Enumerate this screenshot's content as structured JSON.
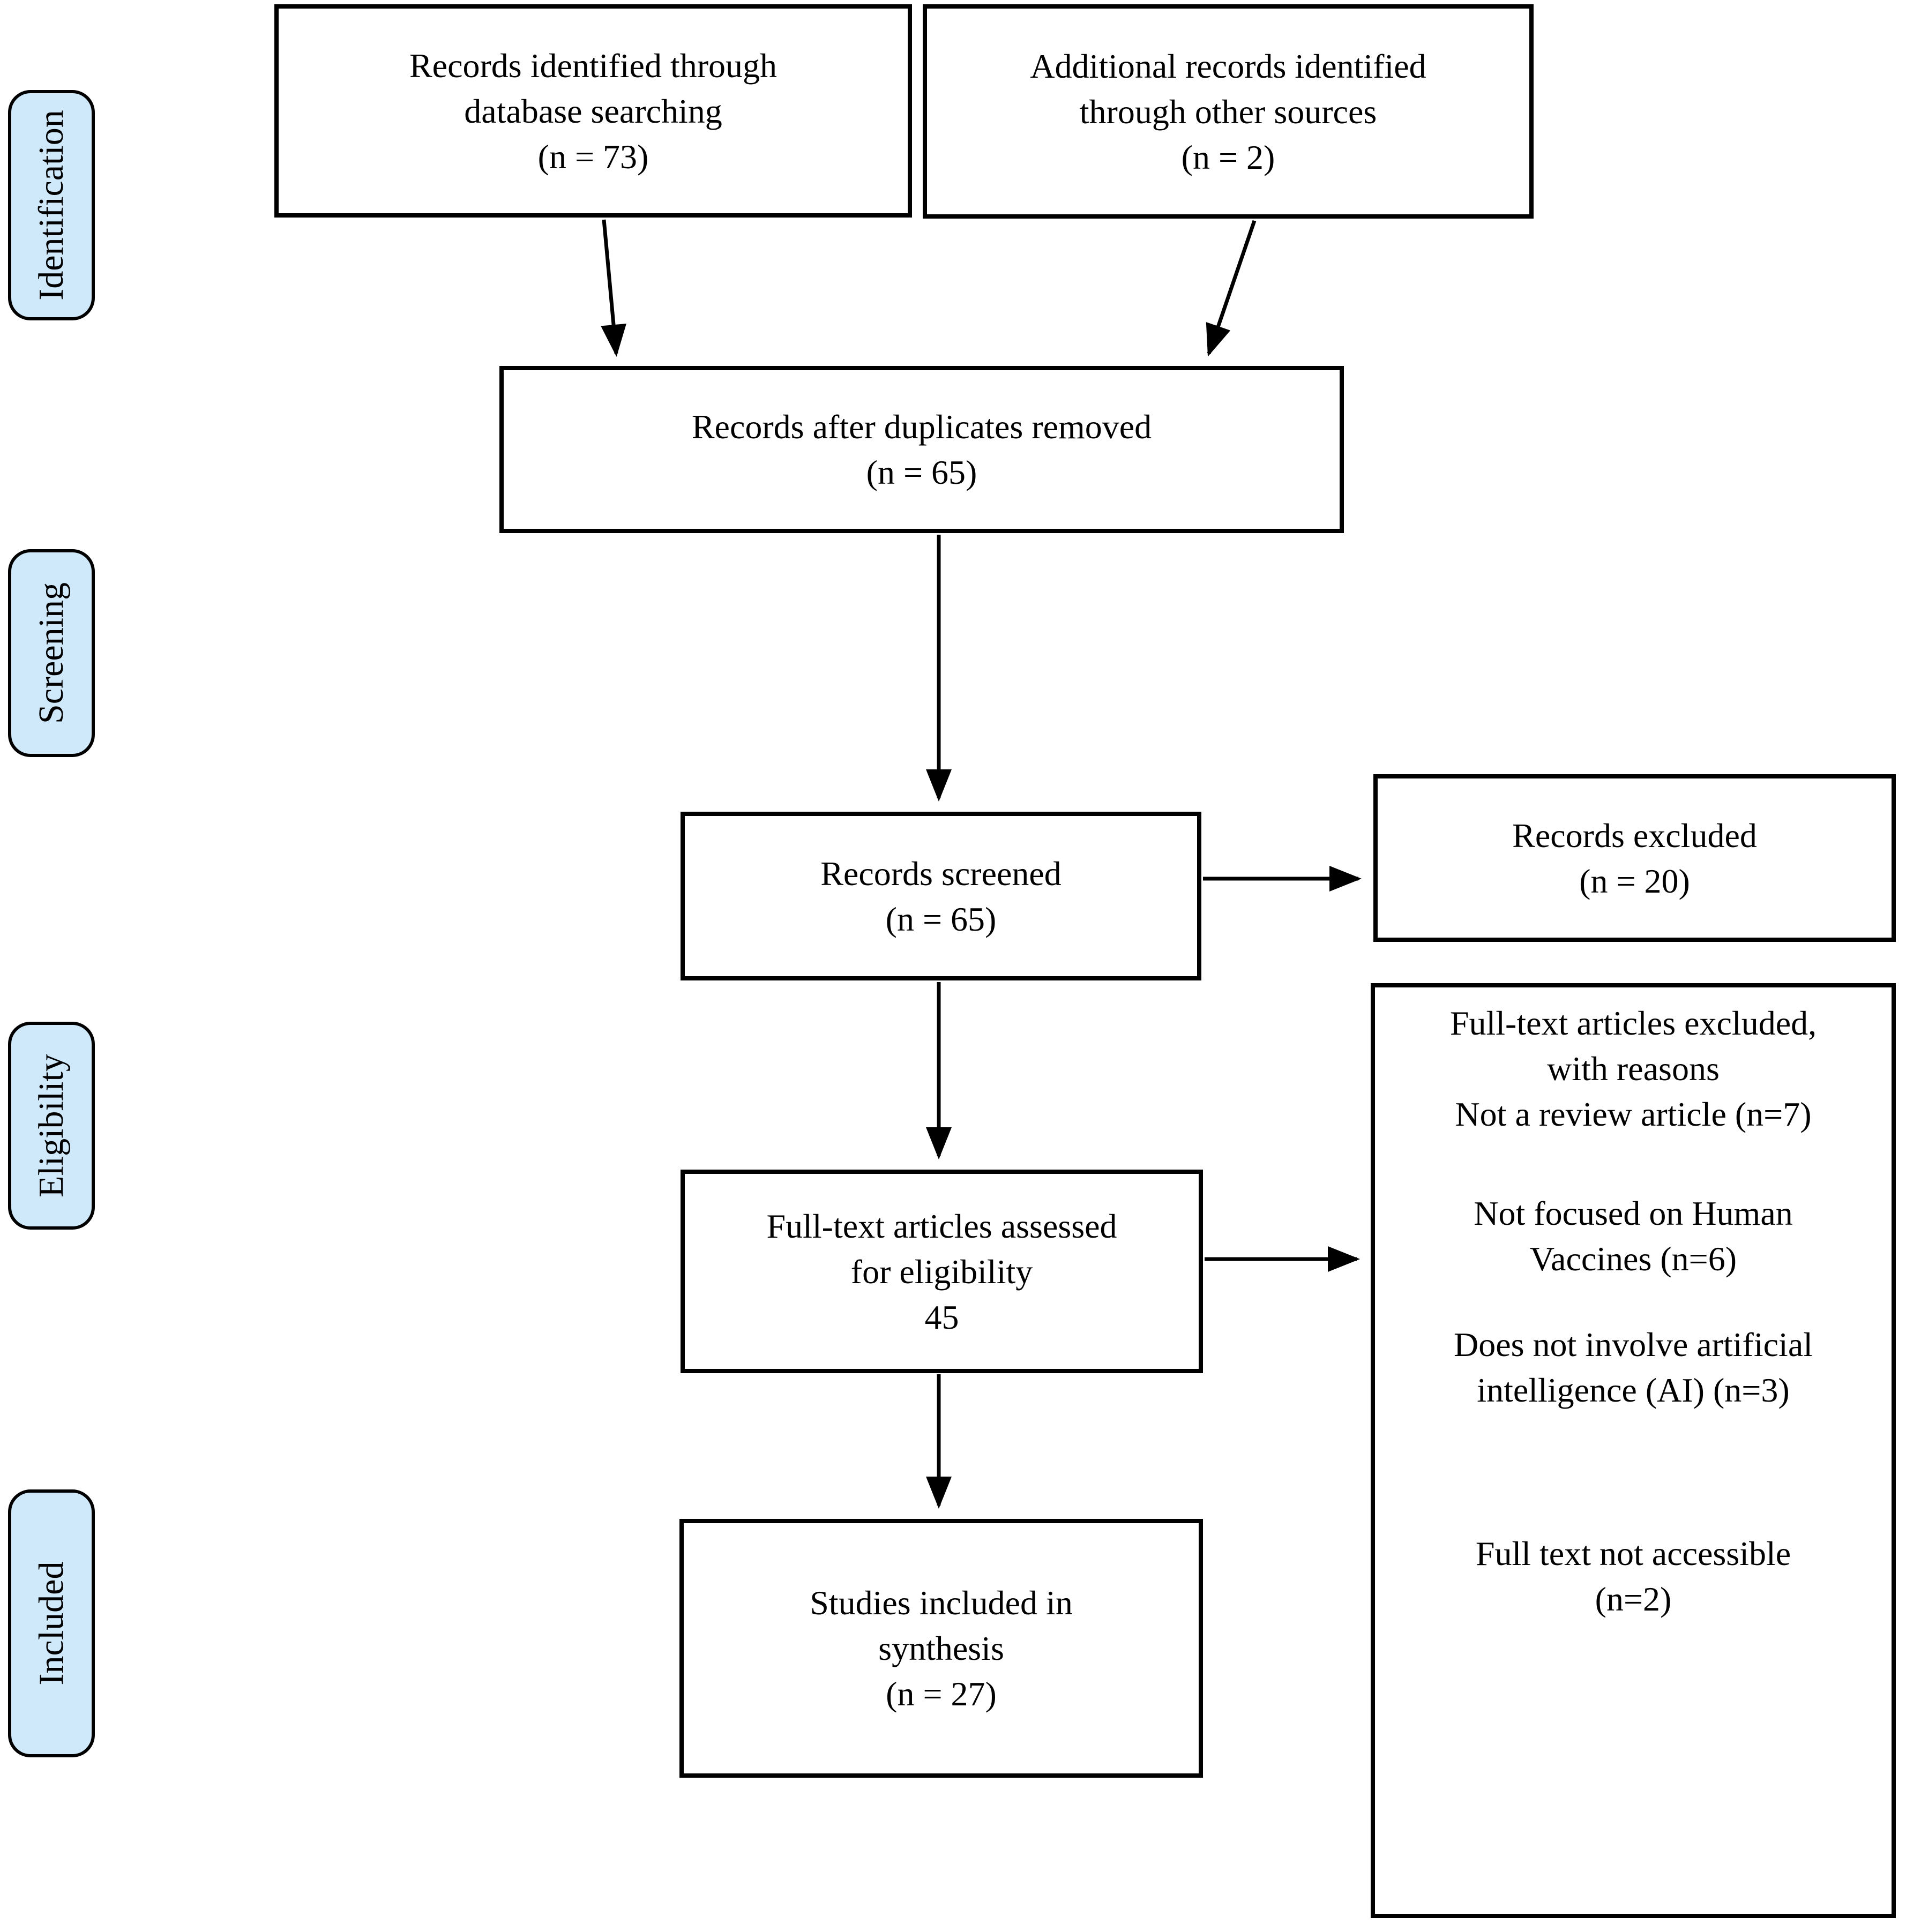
{
  "stages": [
    {
      "label": "Identification"
    },
    {
      "label": "Screening"
    },
    {
      "label": "Eligibility"
    },
    {
      "label": "Included"
    }
  ],
  "boxes": {
    "records_identified": {
      "lines": [
        "Records identified through",
        "database searching",
        "(n = 73)"
      ]
    },
    "additional_records": {
      "lines": [
        "Additional records identified",
        "through other sources",
        "(n = 2)"
      ]
    },
    "after_duplicates": {
      "lines": [
        "Records after duplicates removed",
        "(n = 65)"
      ]
    },
    "records_screened": {
      "lines": [
        "Records screened",
        "(n = 65)"
      ]
    },
    "records_excluded": {
      "lines": [
        "Records excluded",
        "(n = 20)"
      ]
    },
    "fulltext_assessed": {
      "lines": [
        "Full-text articles assessed",
        "for eligibility",
        "45"
      ]
    },
    "fulltext_excluded": {
      "heading": [
        "Full-text articles excluded,",
        "with reasons"
      ],
      "reasons": [
        [
          "Not a review article (n=7)"
        ],
        [
          "Not focused on Human",
          "Vaccines (n=6)"
        ],
        [
          "Does not involve artificial",
          "intelligence (AI) (n=3)"
        ],
        [
          "Full text not accessible",
          "(n=2)"
        ]
      ]
    },
    "studies_included": {
      "lines": [
        "Studies included in",
        "synthesis",
        "(n = 27)"
      ]
    }
  },
  "colors": {
    "background": "#ffffff",
    "text": "#000000",
    "box_fill": "#ffffff",
    "box_border": "#000000",
    "stage_fill": "#cfe9fb",
    "stage_border": "#000000",
    "arrow": "#000000"
  }
}
